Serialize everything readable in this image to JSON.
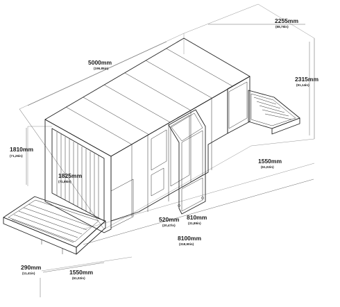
{
  "dimensions": [
    {
      "id": "depth-top",
      "main": "2255mm",
      "sub": "(88,78in)"
    },
    {
      "id": "height",
      "main": "2315mm",
      "sub": "(91,14in)"
    },
    {
      "id": "tunnel-length",
      "main": "5000mm",
      "sub": "(196,85in)"
    },
    {
      "id": "tunnel-height",
      "main": "1810mm",
      "sub": "(71,26in)"
    },
    {
      "id": "tunnel-width",
      "main": "1825mm",
      "sub": "(71,85in)"
    },
    {
      "id": "conveyor-right",
      "main": "1550mm",
      "sub": "(61,02in)"
    },
    {
      "id": "gap-520",
      "main": "520mm",
      "sub": "(20,47in)"
    },
    {
      "id": "gap-810",
      "main": "810mm",
      "sub": "(31,89in)"
    },
    {
      "id": "total-length",
      "main": "8100mm",
      "sub": "(318,90in)"
    },
    {
      "id": "roller-height",
      "main": "290mm",
      "sub": "(11,41in)"
    },
    {
      "id": "conveyor-left",
      "main": "1550mm",
      "sub": "(61,02in)"
    }
  ]
}
